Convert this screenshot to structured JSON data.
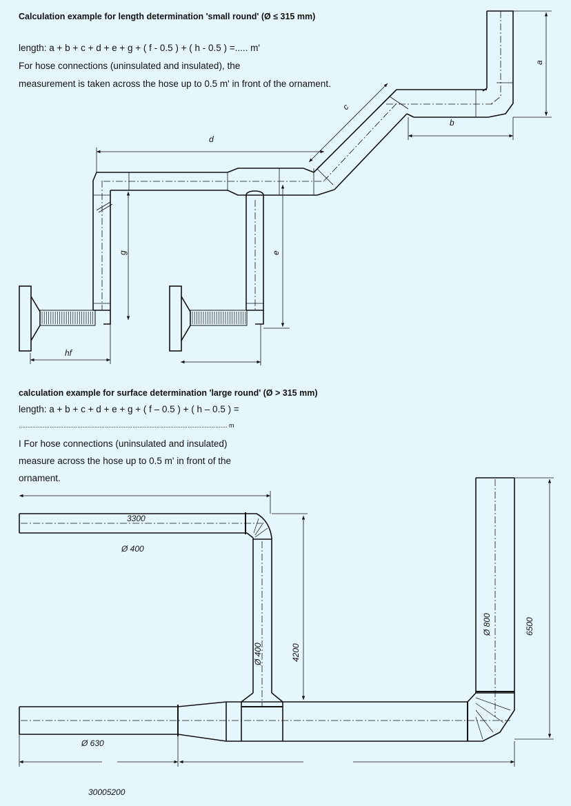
{
  "section1": {
    "title": "Calculation example for length determination 'small round' (Ø ≤ 315 mm)",
    "formula": "length: a + b + c + d + e + g + ( f - 0.5 ) + ( h - 0.5 ) =..... m'",
    "note_line1": "For hose connections (uninsulated and insulated), the",
    "note_line2": "measurement is taken across the hose up to 0.5 m' in front of the ornament.",
    "labels": {
      "a": "a",
      "b": "b",
      "c": "c",
      "d": "d",
      "e": "e",
      "g": "g",
      "hf": "hf"
    }
  },
  "section2": {
    "title": "calculation example for surface determination 'large round' (Ø > 315 mm)",
    "formula": "length: a + b + c + d + e + g + ( f – 0.5 ) + ( h – 0.5 ) =",
    "dots_line": "......................................................................................................................... m",
    "note_line1": "I For hose connections (uninsulated and insulated)",
    "note_line2": "measure across the hose up to 0.5 m' in front of the",
    "note_line3": "ornament.",
    "labels": {
      "len_3300": "3300",
      "dia_400_top": "Ø 400",
      "dia_400_vert": "Ø 400",
      "len_4200": "4200",
      "dia_800": "Ø 800",
      "len_6500": "6500",
      "dia_630": "Ø 630"
    }
  },
  "footer": {
    "code": "30005200"
  }
}
